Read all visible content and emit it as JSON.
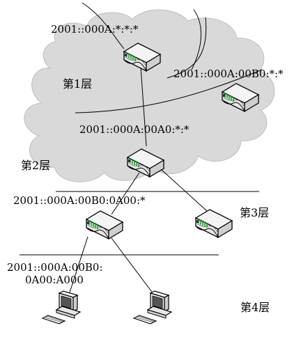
{
  "diagram": {
    "layers": {
      "l1": "第1层",
      "l2": "第2层",
      "l3": "第3层",
      "l4": "第4层"
    },
    "addresses": {
      "a1": "2001::000A:*:*:*",
      "a2": "2001::000A:00B0:*:*",
      "a3": "2001::000A:00A0:*:*",
      "a4": "2001::000A:00B0:0A00:*",
      "a5_line1": "2001::000A:00B0:",
      "a5_line2": "0A00:A000"
    },
    "colors": {
      "cloud_fill": "#d9d9d9",
      "router_fill": "#f4f4f4",
      "router_accent": "#1f9a2f",
      "line": "#000000"
    }
  }
}
